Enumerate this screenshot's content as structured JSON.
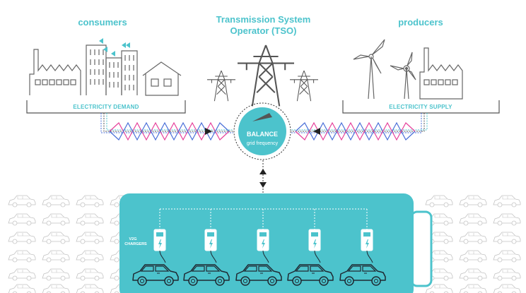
{
  "titles": {
    "consumers": "consumers",
    "tso_line1": "Transmission System",
    "tso_line2": "Operator (TSO)",
    "producers": "producers"
  },
  "labels": {
    "electricity_demand": "ELECTRICITY DEMAND",
    "electricity_supply": "ELECTRICITY SUPPLY",
    "balance": "BALANCE",
    "grid_frequency": "grid frequency",
    "v2g_line1": "V2G",
    "v2g_line2": "CHARGERS"
  },
  "colors": {
    "teal": "#4cc3cc",
    "magenta": "#e6419b",
    "blue": "#4a6fd8",
    "line_gray": "#555555",
    "faded_gray": "#bdbdbd"
  },
  "icons": {
    "charger": "lightning-bolt",
    "arrows": "triangle-arrow"
  },
  "counts": {
    "chargers": 5,
    "fleet_cars": 5
  }
}
